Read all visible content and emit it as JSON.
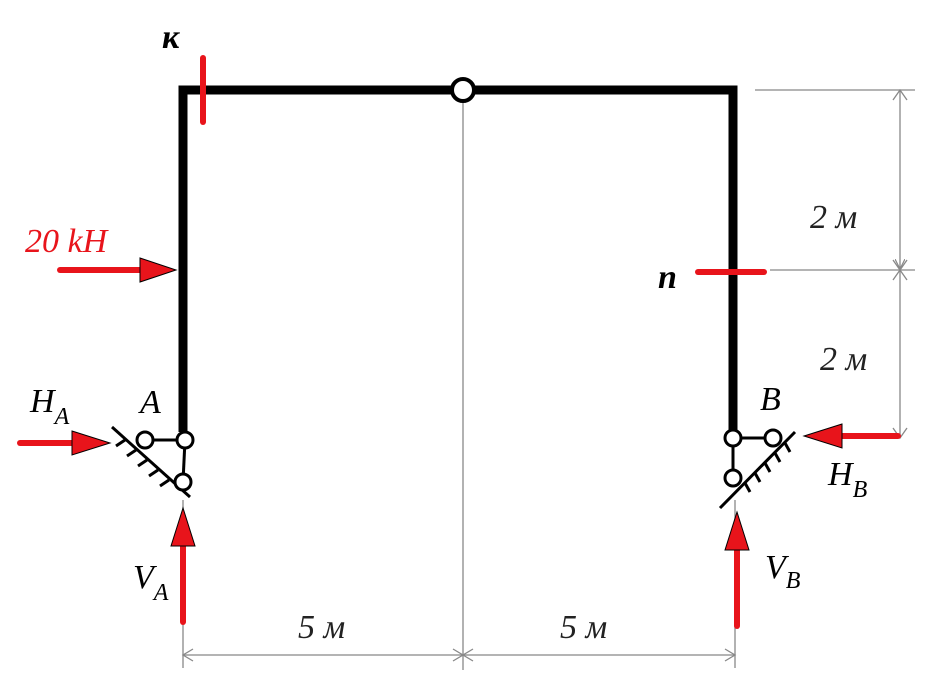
{
  "labels": {
    "section_k": "к",
    "section_n": "n",
    "load": "20 kH",
    "support_a": "A",
    "support_b": "B",
    "ha_main": "H",
    "ha_sub": "A",
    "hb_main": "H",
    "hb_sub": "B",
    "va_main": "V",
    "va_sub": "A",
    "vb_main": "V",
    "vb_sub": "B"
  },
  "dimensions": {
    "upper_height": "2 м",
    "lower_height": "2 м",
    "left_span": "5 м",
    "right_span": "5 м"
  },
  "colors": {
    "frame": "#000000",
    "force": "#e8141b",
    "dimension": "#888888"
  }
}
